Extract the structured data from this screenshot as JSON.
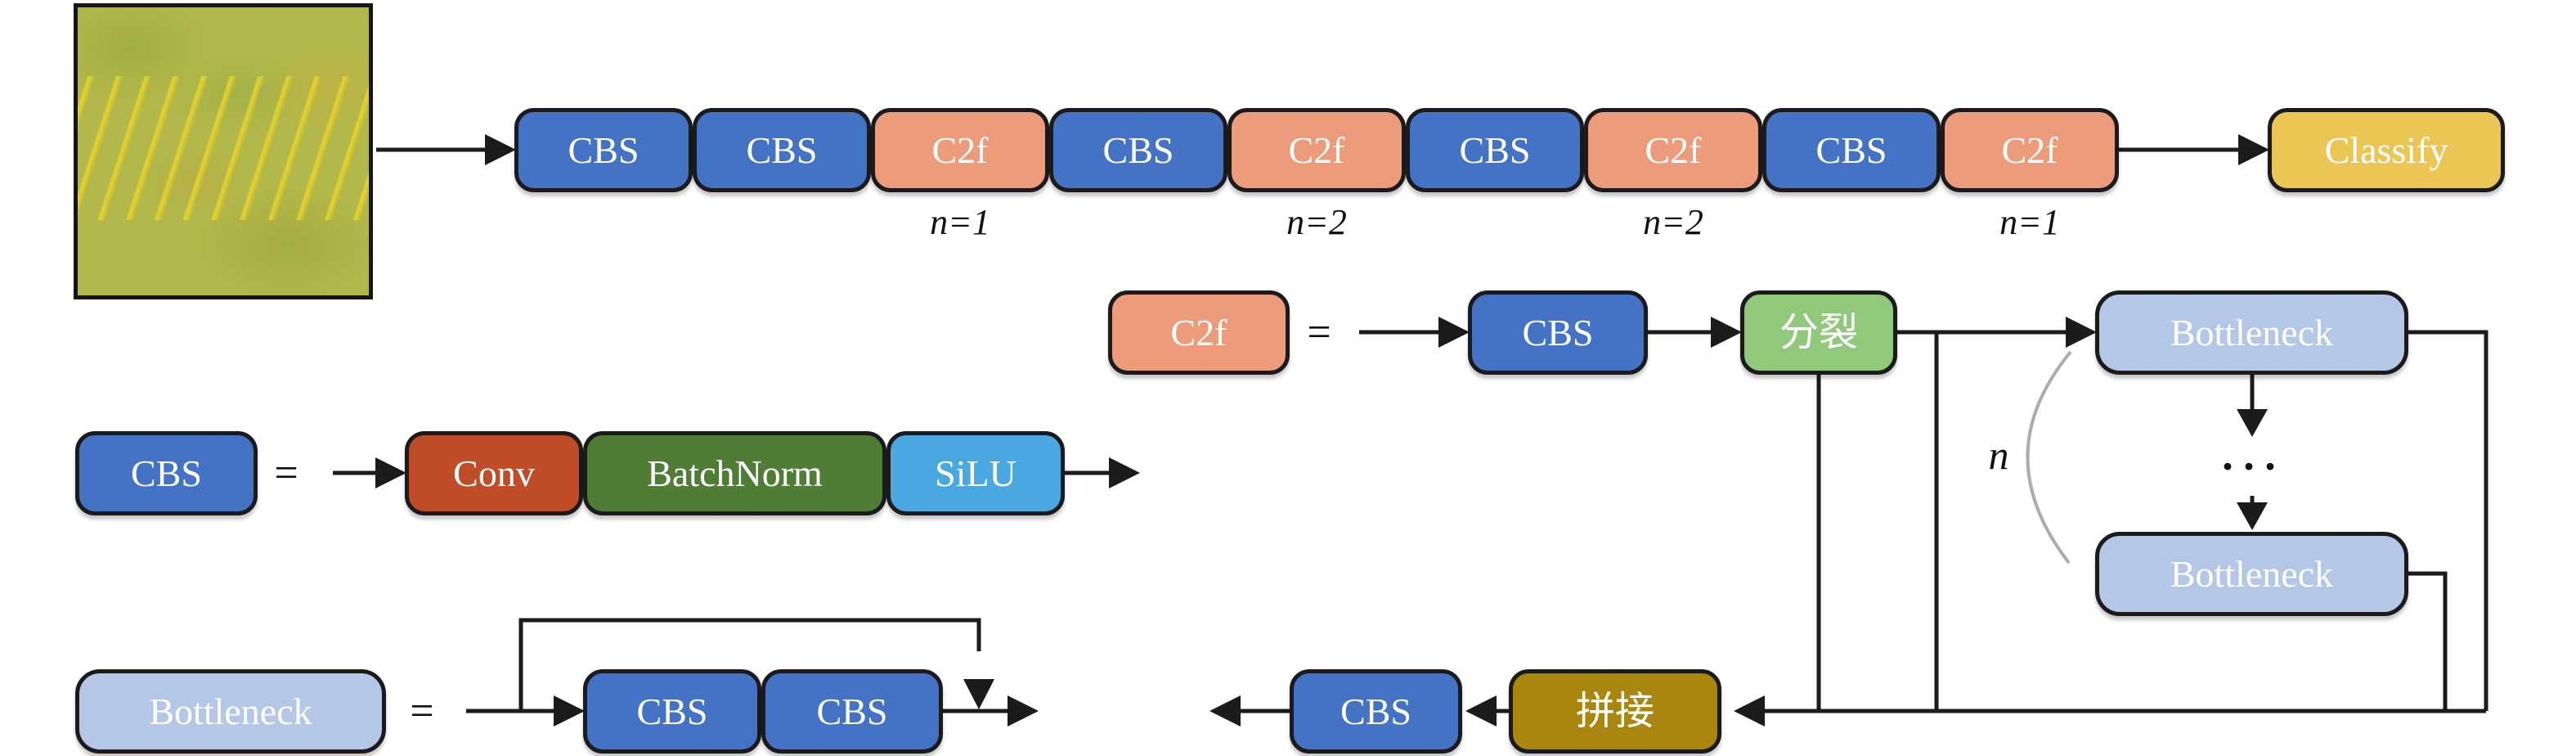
{
  "palette": {
    "cbs_blue": "#4472C4",
    "c2f_salmon": "#EC9B7B",
    "classify_yellow": "#EBC655",
    "split_green": "#90C87C",
    "concat_olive": "#A9870F",
    "bottleneck_light_blue": "#B4C7E7",
    "conv_rust": "#BF4D28",
    "batchnorm_green": "#4F7D36",
    "silu_sky": "#4AA8E1",
    "wire_black": "#1B1B1B",
    "repeat_brace_gray": "#ACACAC"
  },
  "input_image": {
    "alt": "yellow-green textured input image with diagonal bright streaks"
  },
  "backbone": {
    "blocks": [
      "CBS",
      "CBS",
      "C2f",
      "CBS",
      "C2f",
      "CBS",
      "C2f",
      "CBS",
      "C2f"
    ],
    "n_labels": [
      "n=1",
      "n=2",
      "n=2",
      "n=1"
    ],
    "classify": "Classify"
  },
  "c2f_detail": {
    "c2f": "C2f",
    "equals": "=",
    "cbs": "CBS",
    "split": "分裂",
    "bottleneck_top": "Bottleneck",
    "bottleneck_bottom": "Bottleneck",
    "dots": "···",
    "n_repeat": "n",
    "concat": "拼接",
    "cbs_out": "CBS"
  },
  "cbs_detail": {
    "cbs": "CBS",
    "equals": "=",
    "conv": "Conv",
    "batchnorm": "BatchNorm",
    "silu": "SiLU"
  },
  "bottleneck_detail": {
    "bottleneck": "Bottleneck",
    "equals": "=",
    "cbs1": "CBS",
    "cbs2": "CBS"
  }
}
